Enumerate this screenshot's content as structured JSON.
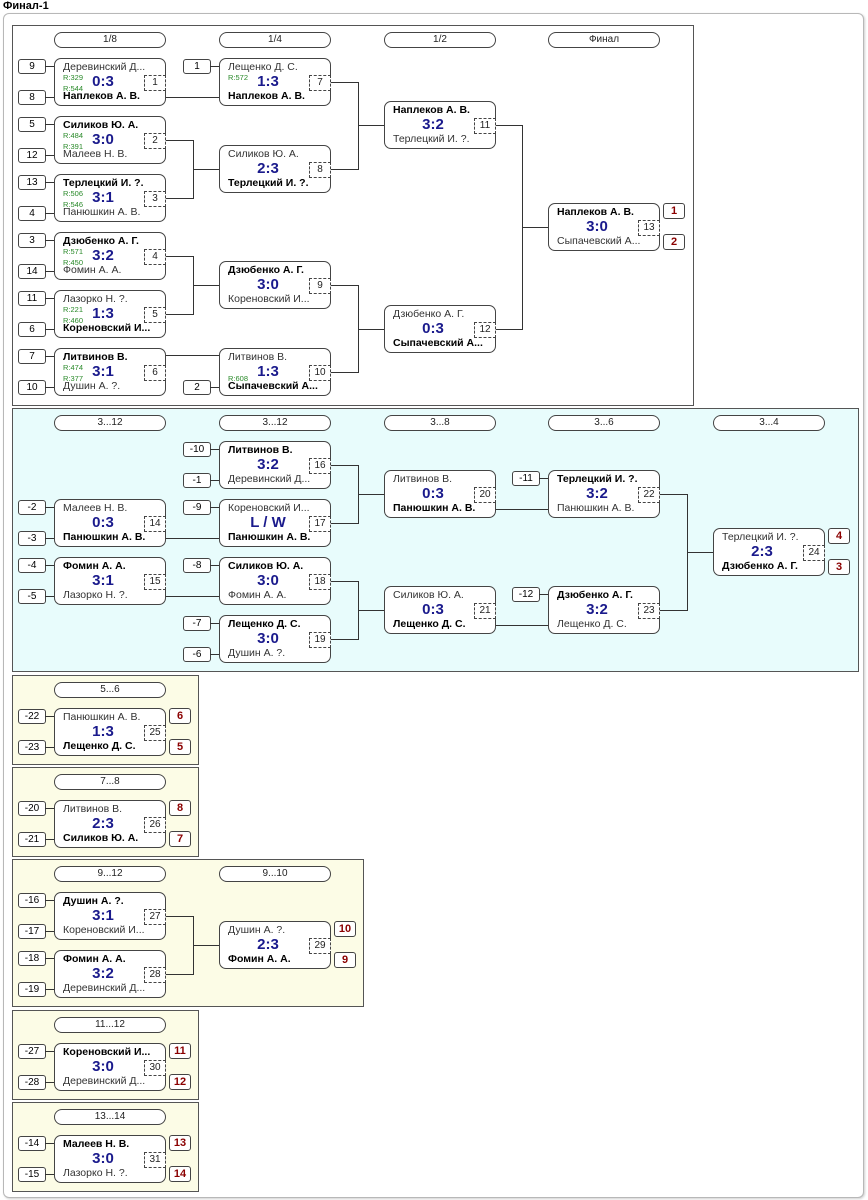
{
  "title": "Финал-1",
  "colors": {
    "score": "#1a1a8c",
    "rating": "#2a8a2a",
    "place": "#8b0000",
    "cyan_bg": "#e8fcfc",
    "yellow_bg": "#fcfce6"
  },
  "main_bracket": {
    "headers": [
      "1/8",
      "1/4",
      "1/2",
      "Финал"
    ],
    "matches": [
      {
        "id": "1",
        "p1": "Деревинский Д...",
        "p2": "Наплеков А. В.",
        "score": "0:3",
        "winner": 2,
        "r1": "R:329",
        "r2": "R:544",
        "seed1": "9",
        "seed2": "8"
      },
      {
        "id": "2",
        "p1": "Силиков Ю. А.",
        "p2": "Малеев Н. В.",
        "score": "3:0",
        "winner": 1,
        "r1": "R:484",
        "r2": "R:391",
        "seed1": "5",
        "seed2": "12"
      },
      {
        "id": "3",
        "p1": "Терлецкий И. ?.",
        "p2": "Панюшкин А. В.",
        "score": "3:1",
        "winner": 1,
        "r1": "R:506",
        "r2": "R:546",
        "seed1": "13",
        "seed2": "4"
      },
      {
        "id": "4",
        "p1": "Дзюбенко А. Г.",
        "p2": "Фомин А. А.",
        "score": "3:2",
        "winner": 1,
        "r1": "R:571",
        "r2": "R:450",
        "seed1": "3",
        "seed2": "14"
      },
      {
        "id": "5",
        "p1": "Лазорко Н. ?.",
        "p2": "Кореновский И...",
        "score": "1:3",
        "winner": 2,
        "r1": "R:221",
        "r2": "R:460",
        "seed1": "11",
        "seed2": "6"
      },
      {
        "id": "6",
        "p1": "Литвинов В.",
        "p2": "Душин А. ?.",
        "score": "3:1",
        "winner": 1,
        "r1": "R:474",
        "r2": "R:377",
        "seed1": "7",
        "seed2": "10"
      },
      {
        "id": "7",
        "p1": "Лещенко Д. С.",
        "p2": "Наплеков А. В.",
        "score": "1:3",
        "winner": 2,
        "r1": "R:572",
        "r2": "",
        "seed1": "1"
      },
      {
        "id": "8",
        "p1": "Силиков Ю. А.",
        "p2": "Терлецкий И. ?.",
        "score": "2:3",
        "winner": 2,
        "r1": "",
        "r2": ""
      },
      {
        "id": "9",
        "p1": "Дзюбенко А. Г.",
        "p2": "Кореновский И...",
        "score": "3:0",
        "winner": 1,
        "r1": "",
        "r2": ""
      },
      {
        "id": "10",
        "p1": "Литвинов В.",
        "p2": "Сыпачевский А...",
        "score": "1:3",
        "winner": 2,
        "r1": "",
        "r2": "R:608",
        "seed2": "2"
      },
      {
        "id": "11",
        "p1": "Наплеков А. В.",
        "p2": "Терлецкий И. ?.",
        "score": "3:2",
        "winner": 1
      },
      {
        "id": "12",
        "p1": "Дзюбенко А. Г.",
        "p2": "Сыпачевский А...",
        "score": "0:3",
        "winner": 2
      },
      {
        "id": "13",
        "p1": "Наплеков А. В.",
        "p2": "Сыпачевский А...",
        "score": "3:0",
        "winner": 1,
        "place1": "1",
        "place2": "2"
      }
    ]
  },
  "consolation_3_12": {
    "headers": [
      "3...12",
      "3...12",
      "3...8",
      "3...6",
      "3...4"
    ],
    "matches": [
      {
        "id": "14",
        "p1": "Малеев Н. В.",
        "p2": "Панюшкин А. В.",
        "score": "0:3",
        "winner": 2,
        "seed1": "-2",
        "seed2": "-3"
      },
      {
        "id": "15",
        "p1": "Фомин А. А.",
        "p2": "Лазорко Н. ?.",
        "score": "3:1",
        "winner": 1,
        "seed1": "-4",
        "seed2": "-5"
      },
      {
        "id": "16",
        "p1": "Литвинов В.",
        "p2": "Деревинский Д...",
        "score": "3:2",
        "winner": 1,
        "seed1": "-10",
        "seed2": "-1"
      },
      {
        "id": "17",
        "p1": "Кореновский И...",
        "p2": "Панюшкин А. В.",
        "score": "L / W",
        "winner": 2,
        "seed1": "-9"
      },
      {
        "id": "18",
        "p1": "Силиков Ю. А.",
        "p2": "Фомин А. А.",
        "score": "3:0",
        "winner": 1,
        "seed1": "-8"
      },
      {
        "id": "19",
        "p1": "Лещенко Д. С.",
        "p2": "Душин А. ?.",
        "score": "3:0",
        "winner": 1,
        "seed1": "-7",
        "seed2": "-6"
      },
      {
        "id": "20",
        "p1": "Литвинов В.",
        "p2": "Панюшкин А. В.",
        "score": "0:3",
        "winner": 2
      },
      {
        "id": "21",
        "p1": "Силиков Ю. А.",
        "p2": "Лещенко Д. С.",
        "score": "0:3",
        "winner": 2
      },
      {
        "id": "22",
        "p1": "Терлецкий И. ?.",
        "p2": "Панюшкин А. В.",
        "score": "3:2",
        "winner": 1,
        "seed1": "-11"
      },
      {
        "id": "23",
        "p1": "Дзюбенко А. Г.",
        "p2": "Лещенко Д. С.",
        "score": "3:2",
        "winner": 1,
        "seed1": "-12"
      },
      {
        "id": "24",
        "p1": "Терлецкий И. ?.",
        "p2": "Дзюбенко А. Г.",
        "score": "2:3",
        "winner": 2,
        "place1": "4",
        "place2": "3"
      }
    ]
  },
  "place_5_6": {
    "header": "5...6",
    "match": {
      "id": "25",
      "p1": "Панюшкин А. В.",
      "p2": "Лещенко Д. С.",
      "score": "1:3",
      "winner": 2,
      "seed1": "-22",
      "seed2": "-23",
      "place1": "6",
      "place2": "5"
    }
  },
  "place_7_8": {
    "header": "7...8",
    "match": {
      "id": "26",
      "p1": "Литвинов В.",
      "p2": "Силиков Ю. А.",
      "score": "2:3",
      "winner": 2,
      "seed1": "-20",
      "seed2": "-21",
      "place1": "8",
      "place2": "7"
    }
  },
  "place_9_12": {
    "headers": [
      "9...12",
      "9...10"
    ],
    "matches": [
      {
        "id": "27",
        "p1": "Душин А. ?.",
        "p2": "Кореновский И...",
        "score": "3:1",
        "winner": 1,
        "seed1": "-16",
        "seed2": "-17"
      },
      {
        "id": "28",
        "p1": "Фомин А. А.",
        "p2": "Деревинский Д...",
        "score": "3:2",
        "winner": 1,
        "seed1": "-18",
        "seed2": "-19"
      },
      {
        "id": "29",
        "p1": "Душин А. ?.",
        "p2": "Фомин А. А.",
        "score": "2:3",
        "winner": 2,
        "place1": "10",
        "place2": "9"
      }
    ]
  },
  "place_11_12": {
    "header": "11...12",
    "match": {
      "id": "30",
      "p1": "Кореновский И...",
      "p2": "Деревинский Д...",
      "score": "3:0",
      "winner": 1,
      "seed1": "-27",
      "seed2": "-28",
      "place1": "11",
      "place2": "12"
    }
  },
  "place_13_14": {
    "header": "13...14",
    "match": {
      "id": "31",
      "p1": "Малеев Н. В.",
      "p2": "Лазорко Н. ?.",
      "score": "3:0",
      "winner": 1,
      "seed1": "-14",
      "seed2": "-15",
      "place1": "13",
      "place2": "14"
    }
  }
}
